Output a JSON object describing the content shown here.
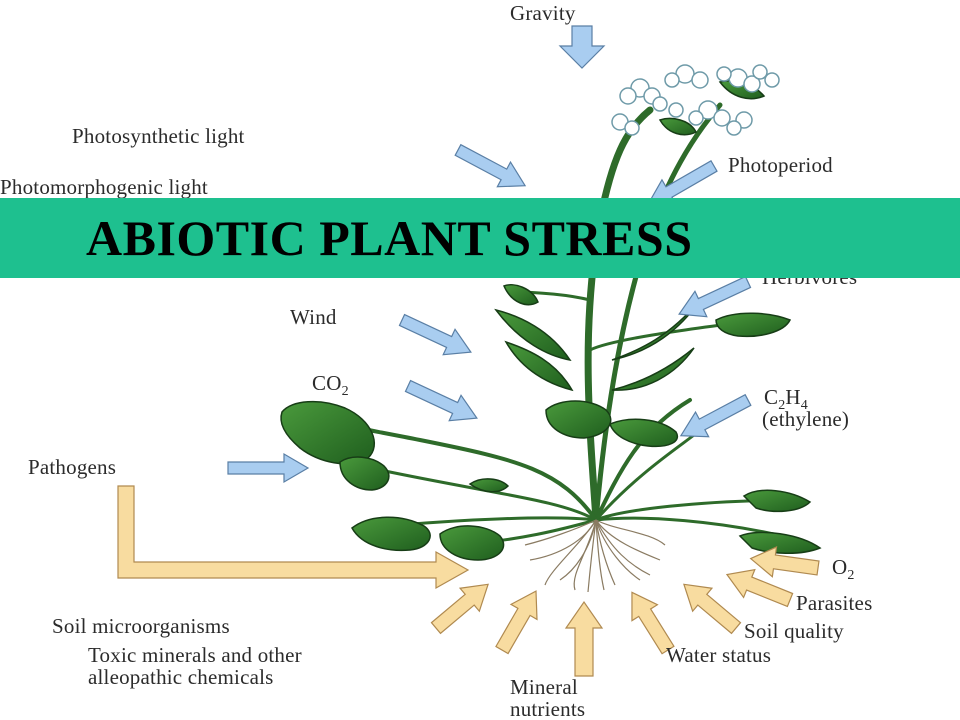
{
  "banner": {
    "title": "ABIOTIC PLANT STRESS",
    "color": "#1ec08f"
  },
  "labels": {
    "gravity": "Gravity",
    "photosynthetic_light": "Photosynthetic light",
    "photomorphogenic_light": "Photomorphogenic light",
    "photoperiod": "Photoperiod",
    "herbivores": "Herbivores",
    "wind": "Wind",
    "co2_main": "CO",
    "co2_sub": "2",
    "c2h4_c": "C",
    "c2h4_sub1": "2",
    "c2h4_h": "H",
    "c2h4_sub2": "4",
    "ethylene": "(ethylene)",
    "pathogens": "Pathogens",
    "o2_main": "O",
    "o2_sub": "2",
    "parasites": "Parasites",
    "soil_quality": "Soil quality",
    "water_status": "Water status",
    "soil_microorganisms": "Soil microorganisms",
    "toxic_line1": "Toxic minerals and other",
    "toxic_line2": "alleopathic chemicals",
    "mineral_line1": "Mineral",
    "mineral_line2": "nutrients"
  },
  "colors": {
    "above_ground_arrow": "#a9cdf0",
    "below_ground_arrow": "#f8dca0",
    "leaf": "#2f7d2c",
    "stem": "#2e6b2a"
  }
}
